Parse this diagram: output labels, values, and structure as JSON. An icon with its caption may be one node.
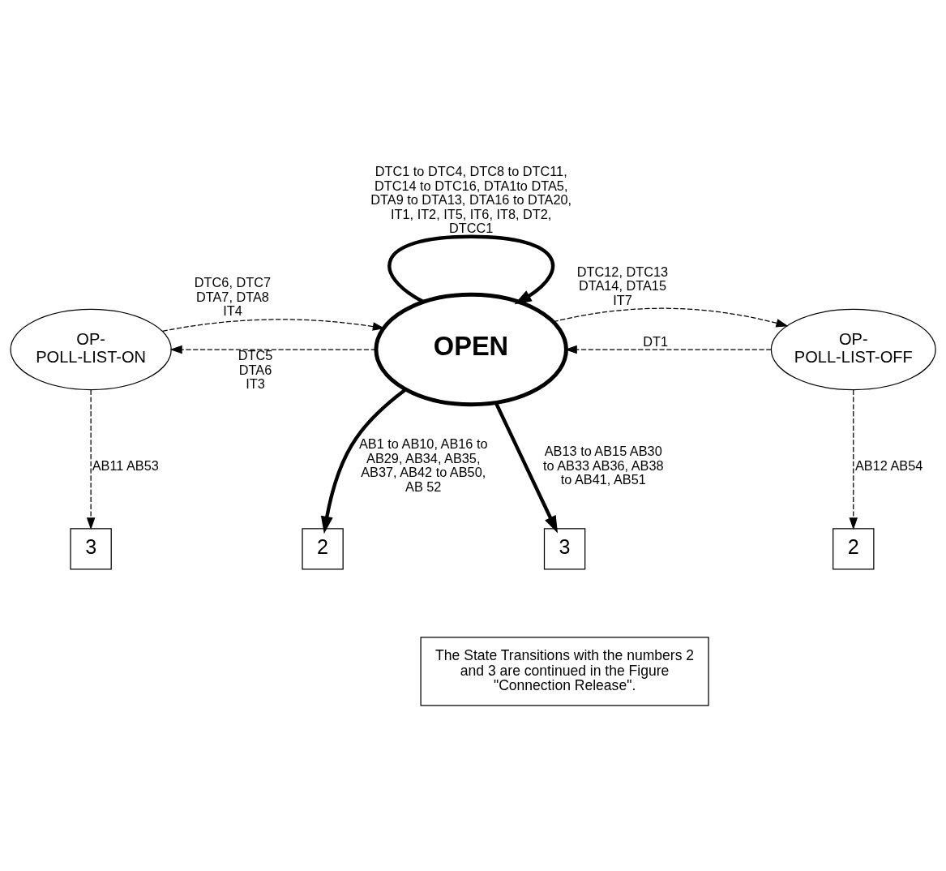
{
  "diagram": {
    "nodes": [
      {
        "text": [
          "OPEN"
        ]
      },
      {
        "text": [
          "OP- POLL-LIST-ON"
        ]
      },
      {
        "text": [
          "OP- POLL-LIST-OFF"
        ]
      },
      {
        "text": [
          "3"
        ]
      },
      {
        "text": [
          "2"
        ]
      },
      {
        "text": [
          "2"
        ]
      },
      {
        "text": [
          "3"
        ]
      },
      {
        "text": [
          "The State Transitions with the numbers 2 and 3 are continued in the Figure \"Connection Release\"."
        ]
      }
    ],
    "edges": [
      {
        "from": 0,
        "to": 0,
        "arrow": "to",
        "style": "thick",
        "label": "DTC1 to DTC4, DTC8 to DTC11, DTC14 to DTC16, DTA1to DTA5, DTA9 to DTA13, DTA16 to DTA20, IT1, IT2, IT5, IT6, IT8, DT2, DTCC1"
      },
      {
        "from": 0,
        "to": 1,
        "arrow": "to",
        "style": "dashed",
        "label": "DTC5 DTA6 IT3"
      },
      {
        "from": 1,
        "to": 0,
        "arrow": "to",
        "style": "dashed",
        "label": "DTC6, DTC7 DTA7, DTA8 IT4"
      },
      {
        "from": 2,
        "to": 0,
        "arrow": "to",
        "style": "dashed",
        "label": "DT1"
      },
      {
        "from": 0,
        "to": 2,
        "arrow": "to",
        "style": "dashed",
        "label": "DTC12, DTC13 DTA14, DTA15 IT7"
      },
      {
        "from": 1,
        "to": 3,
        "arrow": "to",
        "style": "dashed",
        "label": "AB11 AB53"
      },
      {
        "from": 2,
        "to": 4,
        "arrow": "to",
        "style": "dashed",
        "label": "AB12 AB54"
      },
      {
        "from": 0,
        "to": 5,
        "arrow": "to",
        "style": "thick",
        "label": "AB1 to AB10, AB16 to AB29, AB34, AB35, AB37, AB42 to AB50, AB 52"
      },
      {
        "from": 0,
        "to": 6,
        "arrow": "to",
        "style": "thick",
        "label": "AB13 to AB15 AB30 to AB33 AB36, AB38 to AB41, AB51"
      }
    ]
  }
}
